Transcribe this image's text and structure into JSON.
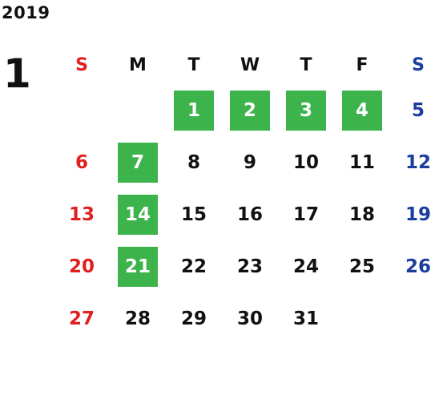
{
  "year": "2019",
  "month": "1",
  "colors": {
    "sunday": "#e02020",
    "saturday": "#1a3d9e",
    "highlight": "#3cb44b",
    "text": "#111111"
  },
  "weekdays": [
    "S",
    "M",
    "T",
    "W",
    "T",
    "F",
    "S"
  ],
  "weeks": [
    [
      "",
      "",
      "1",
      "2",
      "3",
      "4",
      "5"
    ],
    [
      "6",
      "7",
      "8",
      "9",
      "10",
      "11",
      "12"
    ],
    [
      "13",
      "14",
      "15",
      "16",
      "17",
      "18",
      "19"
    ],
    [
      "20",
      "21",
      "22",
      "23",
      "24",
      "25",
      "26"
    ],
    [
      "27",
      "28",
      "29",
      "30",
      "31",
      "",
      ""
    ]
  ],
  "highlighted_days": [
    "1",
    "2",
    "3",
    "4",
    "7",
    "14",
    "21"
  ]
}
